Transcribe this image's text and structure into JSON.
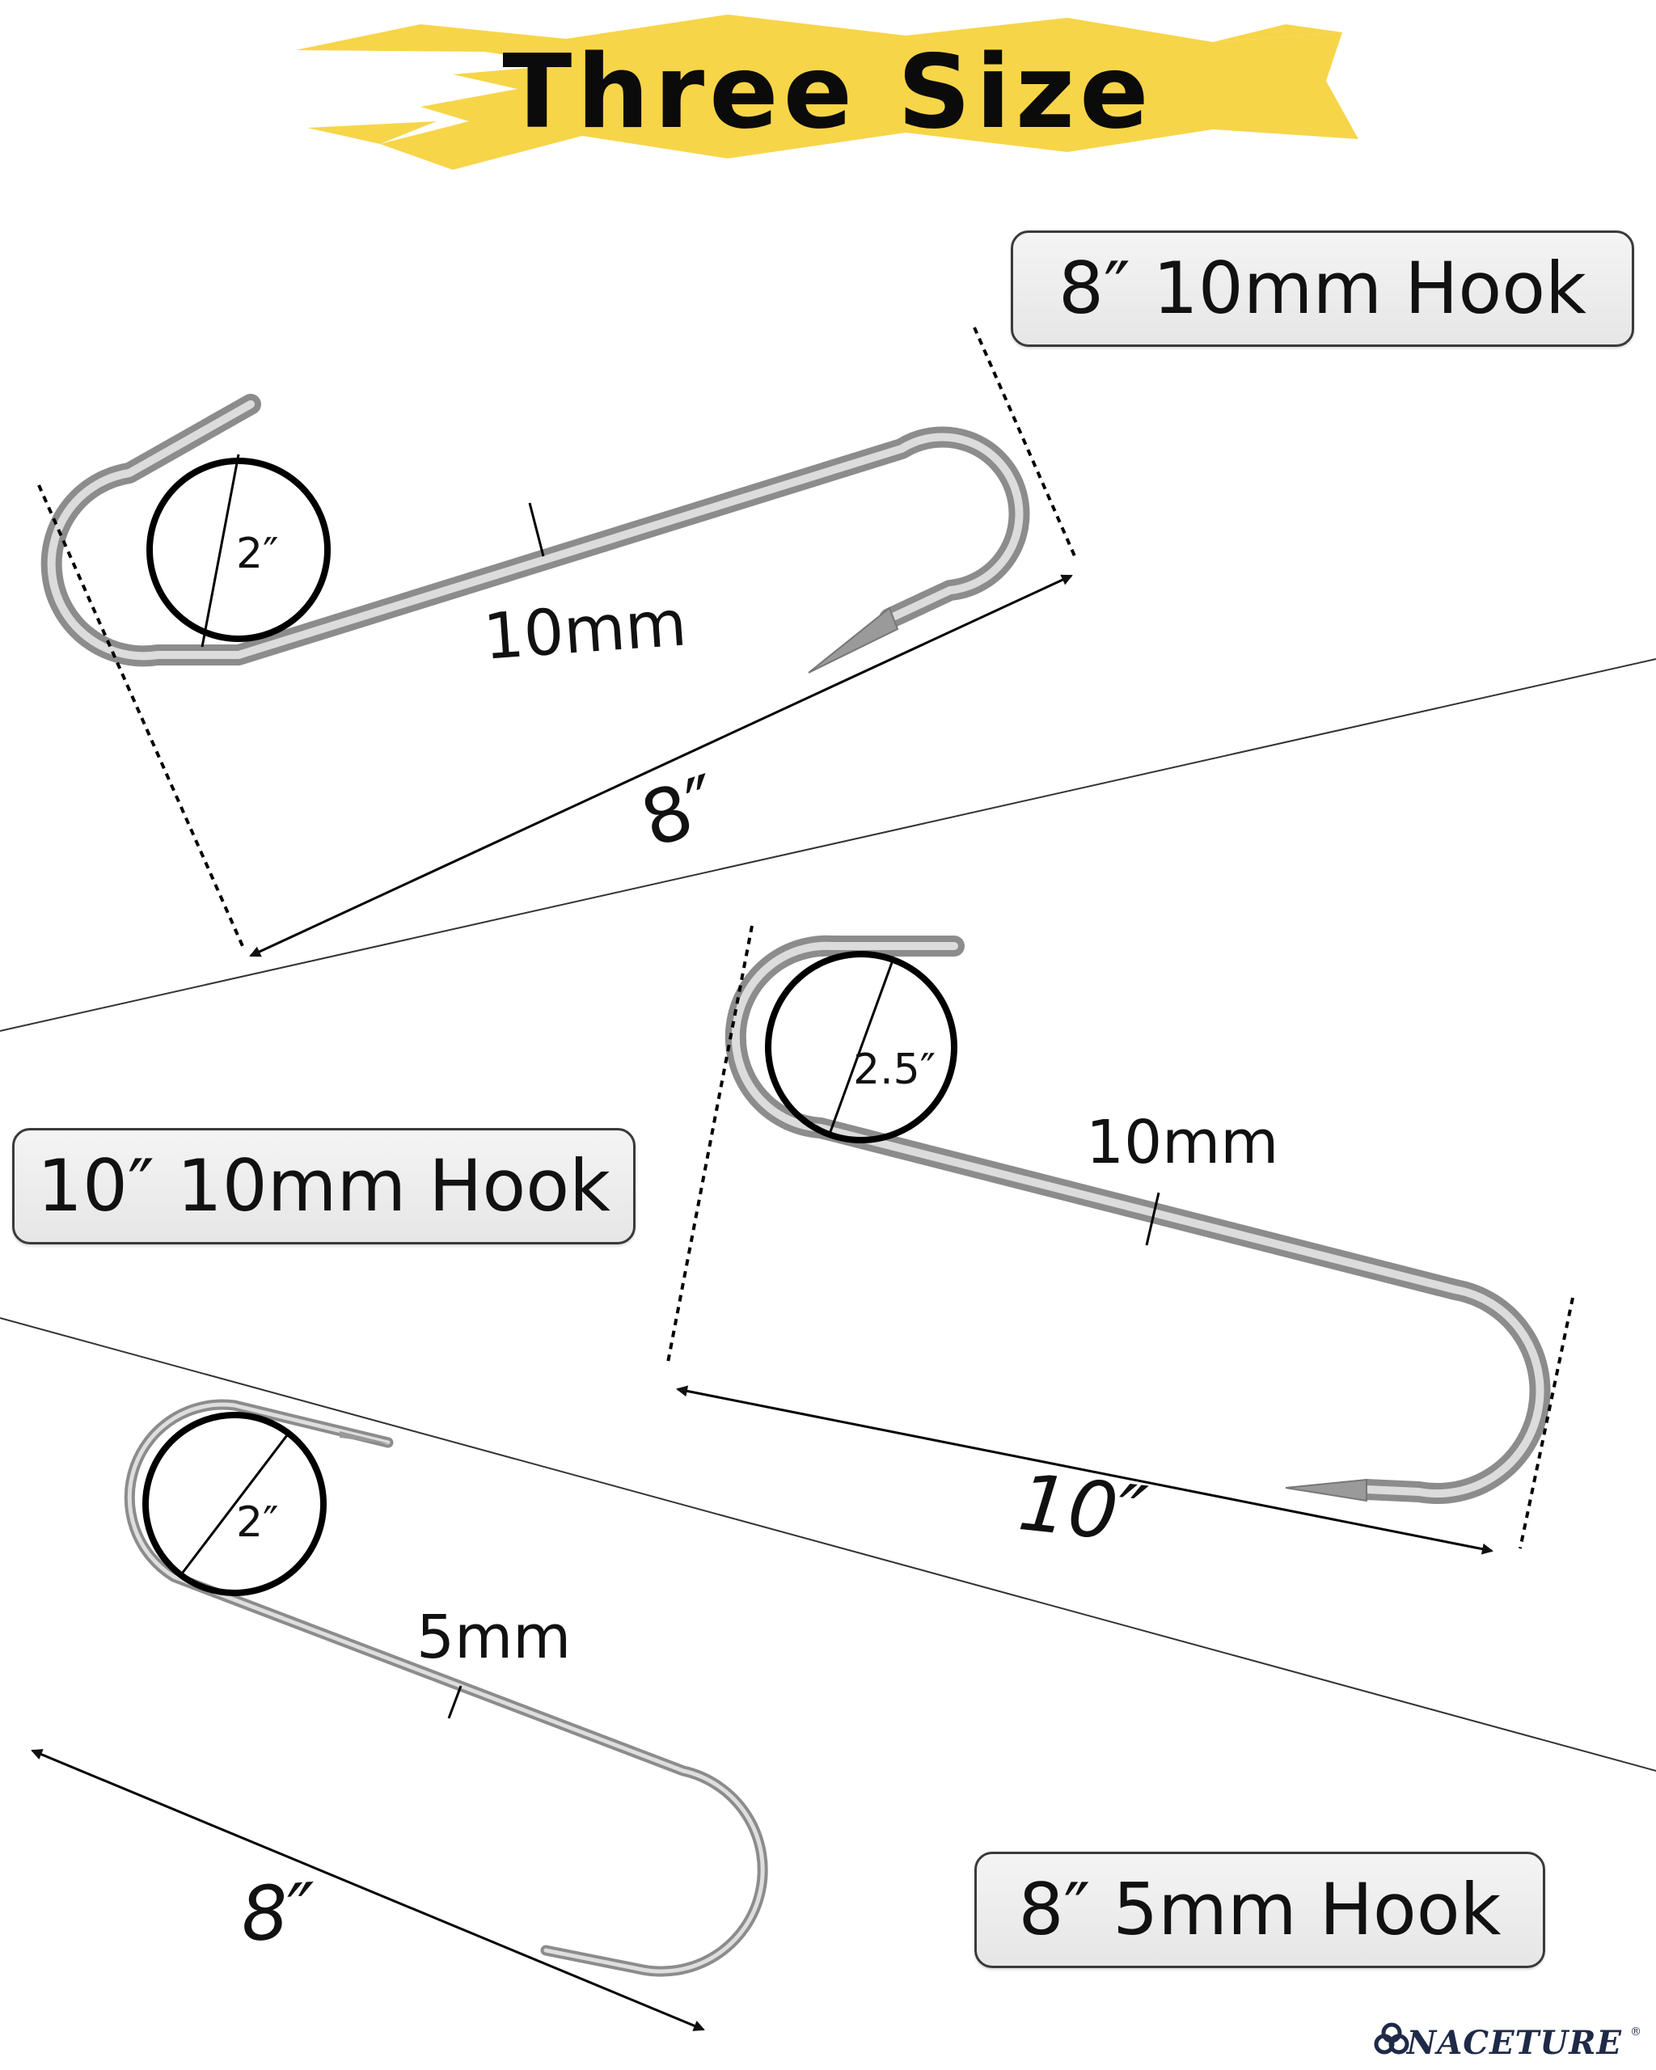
{
  "title": "Three Size",
  "colors": {
    "banner": "#f7d549",
    "hook": "#a9a9a9",
    "ink": "#111111",
    "brand": "#1e2a47"
  },
  "hooks": [
    {
      "label": "8″ 10mm Hook",
      "ring": "2″",
      "wire": "10mm",
      "length": "8″"
    },
    {
      "label": "10″ 10mm Hook",
      "ring": "2.5″",
      "wire": "10mm",
      "length": "10″"
    },
    {
      "label": "8″ 5mm Hook",
      "ring": "2″",
      "wire": "5mm",
      "length": "8″"
    }
  ],
  "brand": {
    "name": "NACETURE",
    "mark": "®",
    "icon": "triple-loop-logo-icon"
  }
}
